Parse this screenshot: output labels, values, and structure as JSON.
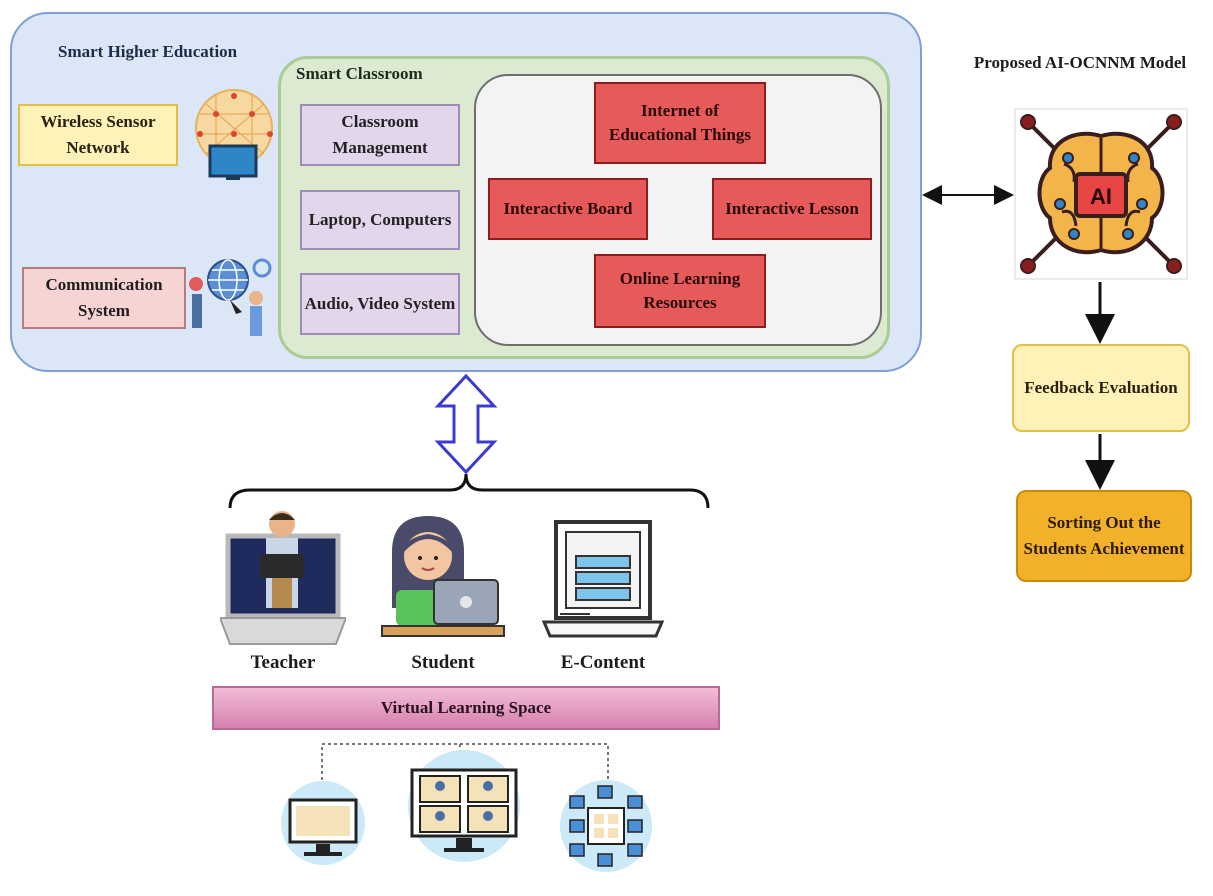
{
  "smart_higher_education": {
    "title": "Smart Higher Education",
    "wireless_sensor_network": "Wireless Sensor Network",
    "communication_system": "Communication System"
  },
  "smart_classroom": {
    "title": "Smart Classroom",
    "classroom_management": "Classroom Management",
    "laptop_computers": "Laptop, Computers",
    "audio_video_system": "Audio, Video System"
  },
  "iot": {
    "internet_of_educational_things": "Internet of Educational Things",
    "interactive_board": "Interactive Board",
    "interactive_lesson": "Interactive Lesson",
    "online_learning_resources": "Online Learning Resources"
  },
  "model": {
    "title": "Proposed AI-OCNNM Model",
    "ai_label": "AI",
    "feedback_evaluation": "Feedback Evaluation",
    "sorting_out": "Sorting Out the Students Achievement"
  },
  "virtual": {
    "teacher": "Teacher",
    "student": "Student",
    "e_content": "E-Content",
    "virtual_learning_space": "Virtual Learning Space"
  },
  "colors": {
    "outer_bg": "#dbe6f7",
    "classroom_bg": "#dbead1",
    "iot_box": "#e65a5a",
    "feedback": "#fff2b8",
    "sorting": "#f2b12b",
    "vls": "#d680ad"
  }
}
